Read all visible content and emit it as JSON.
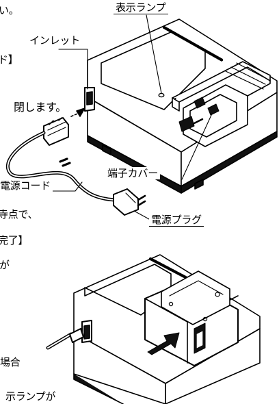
{
  "left_text": {
    "line1": "い。",
    "line2": "ド】",
    "line3": "閉します。",
    "line4": "電源コード",
    "line5": "寺点で、",
    "line6": "完了】",
    "line7": "が",
    "line8": "場合",
    "line9": "示ランプが"
  },
  "labels": {
    "indicator_lamp": "表示ランプ",
    "inlet": "インレット",
    "terminal_cover": "端子カバー",
    "power_plug": "電源プラグ"
  }
}
